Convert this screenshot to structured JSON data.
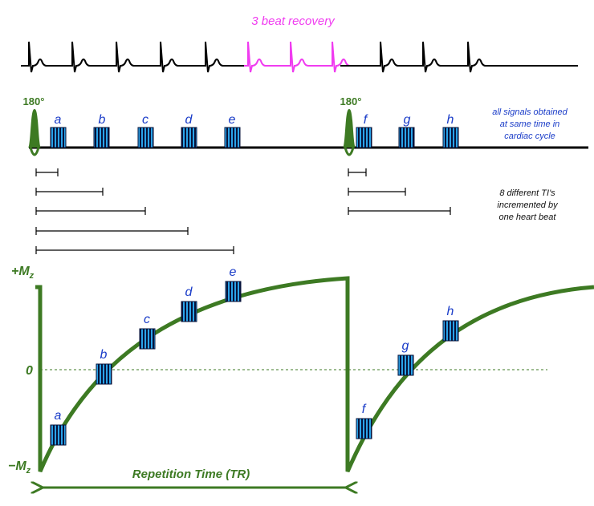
{
  "recovery_label": "3 beat recovery",
  "pulse_label": "180°",
  "signal_note": [
    "all signals obtained",
    "at same time in",
    "cardiac cycle"
  ],
  "ti_note": [
    "8 different TI's",
    "incremented by",
    "one heart beat"
  ],
  "readouts_first": [
    "a",
    "b",
    "c",
    "d",
    "e"
  ],
  "readouts_second": [
    "f",
    "g",
    "h"
  ],
  "axis": {
    "plus": "+M",
    "minus": "−M",
    "zero": "0",
    "sub": "z"
  },
  "tr_label": "Repetition Time (TR)",
  "colors": {
    "recovery": "#f03cf0",
    "curve": "#3d7a23",
    "readout": "#1a3cc8",
    "ecg": "#000000"
  }
}
